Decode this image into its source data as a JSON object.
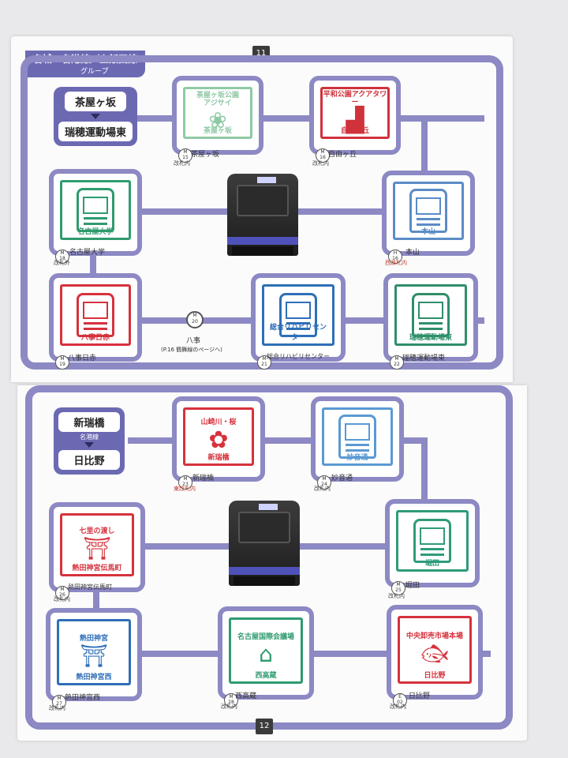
{
  "page1": {
    "page_number": "11",
    "header": {
      "title": "名城・名港線／上飯田線",
      "sub": "グループ"
    },
    "route": {
      "from": "茶屋ヶ坂",
      "to": "瑞穂運動場東"
    },
    "stations": [
      {
        "id": "M15",
        "code_line1": "M",
        "code_line2": "15",
        "label": "茶屋ヶ坂",
        "kaisatsu": "改札内",
        "stamp_title": "茶屋ヶ坂公園\nアジサイ",
        "stamp_bottom": "茶屋ヶ坂",
        "color": "#8fc9a4"
      },
      {
        "id": "M16",
        "code_line1": "M",
        "code_line2": "16",
        "label": "自由ヶ丘",
        "kaisatsu": "改札内",
        "stamp_title": "平和公園アクアタワー",
        "stamp_bottom": "自由ヶ丘",
        "color": "#d0323c"
      },
      {
        "id": "M18",
        "code_line1": "M",
        "code_line2": "18",
        "label": "名古屋大学",
        "kaisatsu": "改札外",
        "stamp_title": "",
        "stamp_bottom": "名古屋大学",
        "color": "#2f9b6f"
      },
      {
        "id": "M17",
        "code_line1": "H",
        "code_line2": "16",
        "label": "本山",
        "kaisatsu": "西改札内",
        "stamp_title": "",
        "stamp_bottom": "本山",
        "color": "#5b8cc7"
      },
      {
        "id": "M19",
        "code_line1": "M",
        "code_line2": "19",
        "label": "八事日赤",
        "kaisatsu": "",
        "stamp_title": "",
        "stamp_bottom": "八事日赤",
        "color": "#d6323c"
      },
      {
        "id": "M20",
        "code_line1": "M",
        "code_line2": "20",
        "label": "八事",
        "kaisatsu": "",
        "stamp_title": "",
        "stamp_bottom": "",
        "color": ""
      },
      {
        "id": "M21",
        "code_line1": "M",
        "code_line2": "21",
        "label": "総合リハビリセンター",
        "kaisatsu": "",
        "stamp_title": "",
        "stamp_bottom": "総合リハビリセンター",
        "color": "#2e6fb8"
      },
      {
        "id": "M22",
        "code_line1": "M",
        "code_line2": "22",
        "label": "瑞穂運動場東",
        "kaisatsu": "",
        "stamp_title": "",
        "stamp_bottom": "瑞穂運動場東",
        "color": "#2f8f6a"
      }
    ],
    "note": "(P.16 鶴舞線のページへ)"
  },
  "page2": {
    "page_number": "12",
    "route": {
      "from": "新瑞橋",
      "line": "名港線",
      "to": "日比野"
    },
    "stations": [
      {
        "id": "M23",
        "code_line1": "M",
        "code_line2": "23",
        "label": "新瑞橋",
        "kaisatsu": "東改札内",
        "stamp_title": "山崎川・桜",
        "stamp_bottom": "新瑞橋",
        "color": "#d6323c"
      },
      {
        "id": "M24",
        "code_line1": "M",
        "code_line2": "24",
        "label": "妙音通",
        "kaisatsu": "改札内",
        "stamp_title": "",
        "stamp_bottom": "妙音通",
        "color": "#5a9ad3"
      },
      {
        "id": "M26",
        "code_line1": "M",
        "code_line2": "26",
        "label": "熱田神宮伝馬町",
        "kaisatsu": "改札内",
        "stamp_title": "七里の渡し",
        "stamp_bottom": "熱田神宮伝馬町",
        "color": "#d6323c"
      },
      {
        "id": "M25",
        "code_line1": "M",
        "code_line2": "25",
        "label": "堀田",
        "kaisatsu": "改札内",
        "stamp_title": "",
        "stamp_bottom": "堀田",
        "color": "#2f9b7a"
      },
      {
        "id": "M27",
        "code_line1": "M",
        "code_line2": "27",
        "label": "熱田神宮西",
        "kaisatsu": "改札内",
        "stamp_title": "熱田神宮",
        "stamp_bottom": "熱田神宮西",
        "color": "#2f6fb8"
      },
      {
        "id": "M28",
        "code_line1": "M",
        "code_line2": "28",
        "label": "西高蔵",
        "kaisatsu": "改札内",
        "stamp_title": "名古屋国際会議場",
        "stamp_bottom": "西高蔵",
        "color": "#2f9b6f"
      },
      {
        "id": "M29",
        "code_line1": "E",
        "code_line2": "02",
        "label": "日比野",
        "kaisatsu": "改札内",
        "stamp_title": "中央卸売市場本場",
        "stamp_bottom": "日比野",
        "color": "#d6323c"
      }
    ]
  }
}
